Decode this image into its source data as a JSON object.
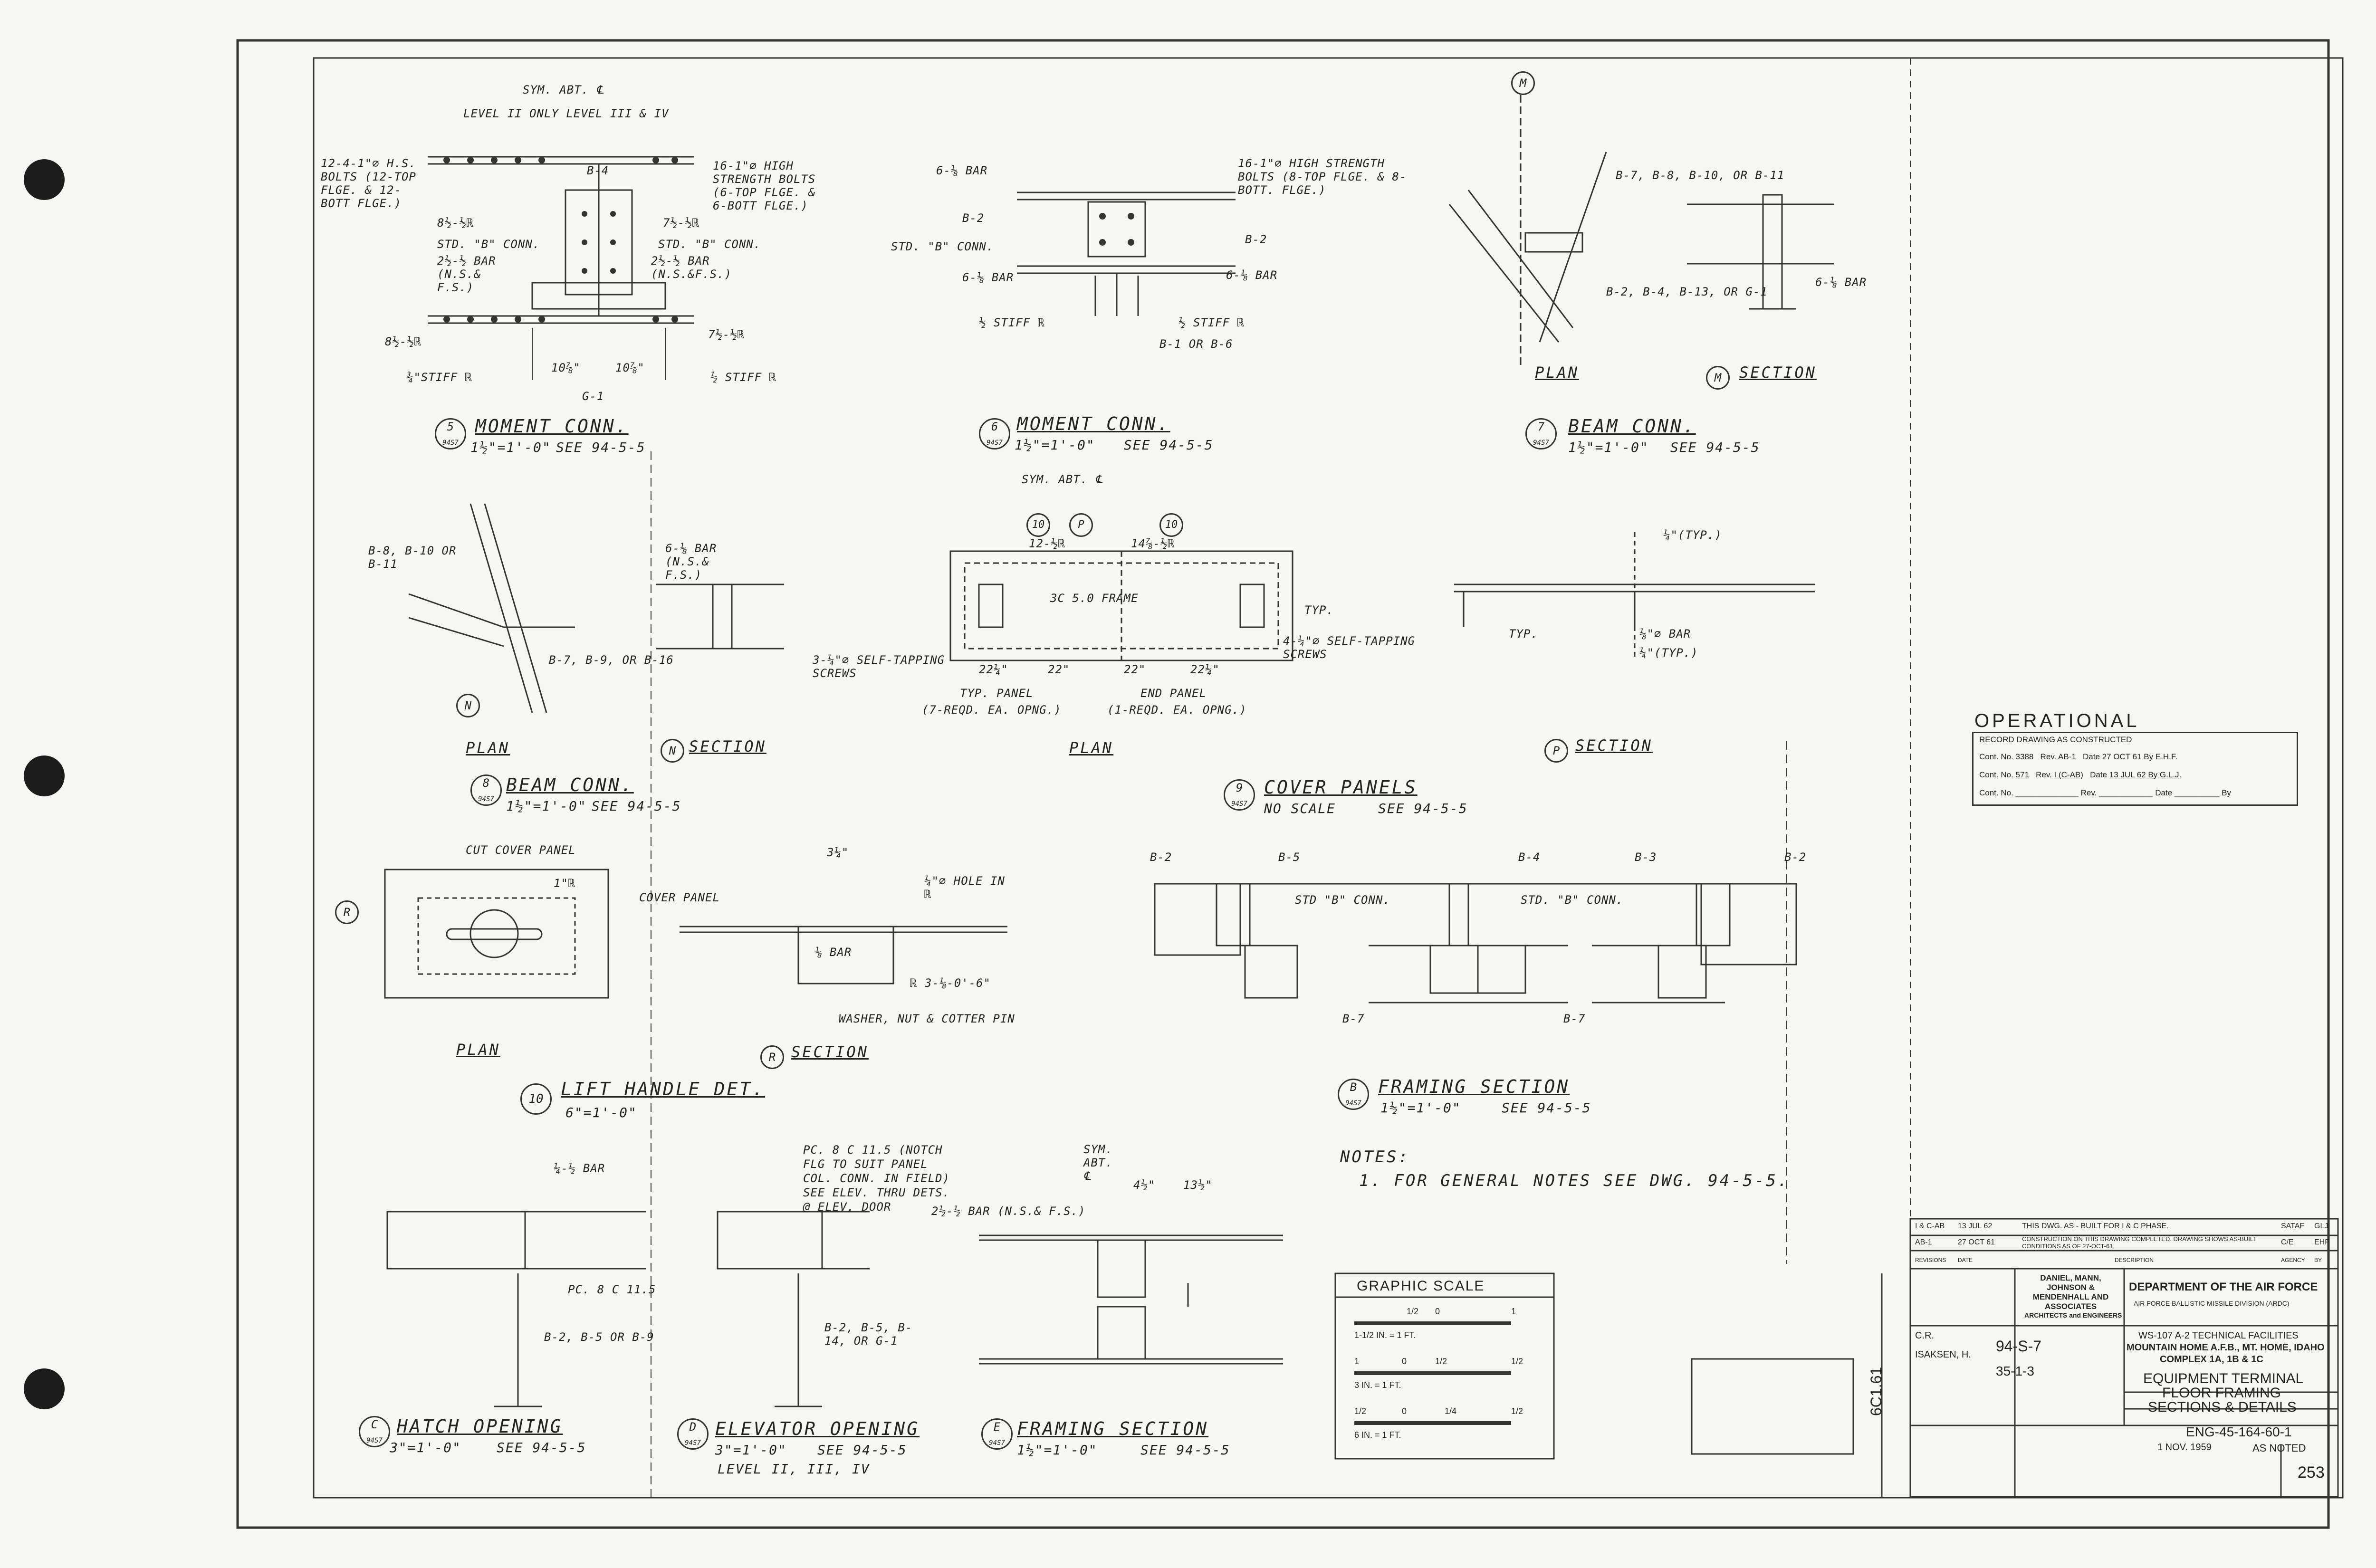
{
  "details": {
    "d5": {
      "num": "5",
      "ref": "94S7",
      "title": "MOMENT CONN.",
      "scale": "1½\"=1'-0\"",
      "see": "SEE 94-5-5",
      "labels": [
        "SYM. ABT. ℄",
        "LEVEL II ONLY LEVEL III & IV",
        "12-4-1\"⌀ H.S. BOLTS (12-TOP FLGE. & 12-BOTT FLGE.)",
        "16-1\"⌀ HIGH STRENGTH BOLTS (6-TOP FLGE. & 6-BOTT FLGE.)",
        "B-4",
        "8½-½ℝ",
        "STD. \"B\" CONN.",
        "2½-½ BAR (N.S.& F.S.)",
        "7½-½ℝ",
        "STD. \"B\" CONN.",
        "2½-½ BAR (N.S.&F.S.)",
        "8½-½ℝ",
        "7½-½ℝ",
        "¾\"STIFF ℝ",
        "10⅞\"",
        "10⅞\"",
        "½ STIFF ℝ",
        "G-1"
      ]
    },
    "d6": {
      "num": "6",
      "ref": "94S7",
      "title": "MOMENT CONN.",
      "scale": "1½\"=1'-0\"",
      "see": "SEE 94-5-5",
      "labels": [
        "6-⅛ BAR",
        "16-1\"⌀ HIGH STRENGTH BOLTS (8-TOP FLGE. & 8-BOTT. FLGE.)",
        "B-2",
        "STD. \"B\" CONN.",
        "B-2",
        "6-⅛ BAR",
        "6-⅛ BAR",
        "½ STIFF ℝ",
        "½ STIFF ℝ",
        "B-1 OR B-6"
      ]
    },
    "d7": {
      "num": "7",
      "ref": "94S7",
      "title": "BEAM CONN.",
      "scale": "1½\"=1'-0\"",
      "see": "SEE 94-5-5",
      "labels": [
        "M",
        "B-7, B-8, B-10, OR B-11",
        "B-2, B-4, B-13, OR G-1",
        "6-⅛ BAR",
        "PLAN",
        "SECTION",
        "M"
      ]
    },
    "d8": {
      "num": "8",
      "ref": "94S7",
      "title": "BEAM CONN.",
      "scale": "1½\"=1'-0\"",
      "see": "SEE 94-5-5",
      "labels": [
        "B-8, B-10 OR B-11",
        "6-⅛ BAR (N.S.& F.S.)",
        "B-7, B-9, OR B-16",
        "PLAN",
        "SECTION",
        "N"
      ]
    },
    "d9": {
      "num": "9",
      "ref": "94S7",
      "title": "COVER PANELS",
      "scale": "NO SCALE",
      "see": "SEE 94-5-5",
      "labels": [
        "SYM. ABT. ℄",
        "10",
        "P",
        "12-½ℝ",
        "14⅞-½ℝ",
        "10",
        "3C 5.0 FRAME",
        "TYP.",
        "4-¼\"⌀ SELF-TAPPING SCREWS",
        "3-¼\"⌀ SELF-TAPPING SCREWS",
        "22¼\"",
        "22\"",
        "22\"",
        "22¼\"",
        "TYP. PANEL",
        "END PANEL",
        "(7-REQD. EA. OPNG.)",
        "(1-REQD. EA. OPNG.)",
        "PLAN",
        "SECTION",
        "P",
        "¼\"(TYP.)",
        "TYP.",
        "⅛\"⌀ BAR",
        "¼\"(TYP.)"
      ]
    },
    "d10": {
      "num": "10",
      "title": "LIFT HANDLE DET.",
      "scale": "6\"=1'-0\"",
      "labels": [
        "CUT COVER PANEL",
        "1\"ℝ",
        "R",
        "3¼\"",
        "¼\"⌀ HOLE IN ℝ",
        "COVER PANEL",
        "⅛ BAR",
        "ℝ 3-⅛-0'-6\"",
        "WASHER, NUT & COTTER PIN",
        "PLAN",
        "SECTION",
        "R"
      ]
    },
    "dB": {
      "num": "B",
      "ref": "94S7",
      "title": "FRAMING SECTION",
      "scale": "1½\"=1'-0\"",
      "see": "SEE 94-5-5",
      "labels": [
        "B-2",
        "B-5",
        "STD \"B\" CONN.",
        "B-4",
        "STD. \"B\" CONN.",
        "B-3",
        "B-2",
        "B-7",
        "B-7"
      ]
    },
    "dC": {
      "num": "C",
      "ref": "94S7",
      "title": "HATCH OPENING",
      "scale": "3\"=1'-0\"",
      "see": "SEE 94-5-5",
      "labels": [
        "¼-½ BAR",
        "PC. 8 C 11.5",
        "B-2, B-5 OR B-9"
      ]
    },
    "dD": {
      "num": "D",
      "ref": "94S7",
      "title": "ELEVATOR OPENING",
      "scale": "3\"=1'-0\"",
      "see": "SEE 94-5-5",
      "extra": "LEVEL II, III, IV",
      "labels": [
        "PC. 8 C 11.5 (NOTCH FLG TO SUIT PANEL COL. CONN. IN FIELD) SEE ELEV. THRU DETS. @ ELEV. DOOR",
        "B-2, B-5, B-14, OR G-1"
      ]
    },
    "dE": {
      "num": "E",
      "ref": "94S7",
      "title": "FRAMING SECTION",
      "scale": "1½\"=1'-0\"",
      "see": "SEE 94-5-5",
      "labels": [
        "SYM. ABT. ℄",
        "4½\"",
        "13½\"",
        "2½-½ BAR (N.S.& F.S.)"
      ]
    }
  },
  "notes": {
    "heading": "NOTES:",
    "items": [
      "1. FOR GENERAL NOTES SEE DWG. 94-5-5."
    ]
  },
  "graphic_scale": {
    "title": "GRAPHIC SCALE",
    "rows": [
      "1-1/2 IN. = 1 FT.",
      "3 IN. = 1 FT.",
      "6 IN. = 1 FT."
    ],
    "ticks": [
      "1/2",
      "0",
      "1",
      "1",
      "1/2",
      "0",
      "1/2",
      "1/2",
      "0",
      "1/4",
      "1/2"
    ]
  },
  "stamp": {
    "heading": "OPERATIONAL",
    "sub": "RECORD DRAWING AS CONSTRUCTED",
    "rows": [
      [
        "Cont. No.",
        "3388",
        "Rev.",
        "AB-1",
        "Date",
        "27 OCT 61 By",
        "E.H.F."
      ],
      [
        "Cont. No.",
        "571",
        "Rev.",
        "I (C-AB)",
        "Date",
        "13 JUL 62 By",
        "G.L.J."
      ],
      [
        "Cont. No.",
        "",
        "Rev.",
        "",
        "Date",
        "",
        "By"
      ]
    ]
  },
  "revisions": {
    "rows": [
      [
        "I & C-AB",
        "13 JUL 62",
        "THIS DWG. AS - BUILT FOR I & C PHASE.",
        "SATAF",
        "GLJ"
      ],
      [
        "AB-1",
        "27 OCT 61",
        "CONSTRUCTION ON THIS DRAWING COMPLETED. DRAWING SHOWS AS-BUILT CONDITIONS AS OF 27-OCT-61",
        "C/E",
        "EHF"
      ]
    ],
    "headers": [
      "REVISIONS",
      "DATE",
      "DESCRIPTION",
      "AGENCY",
      "BY"
    ]
  },
  "title_block": {
    "firm": "DANIEL, MANN, JOHNSON & MENDENHALL AND ASSOCIATES",
    "firm2": "ARCHITECTS and ENGINEERS",
    "dept": "DEPARTMENT OF THE AIR FORCE",
    "dept2": "AIR FORCE BALLISTIC MISSILE DIVISION (ARDC)",
    "project": "WS-107 A-2 TECHNICAL FACILITIES",
    "site": "MOUNTAIN HOME A.F.B., MT. HOME, IDAHO",
    "complex": "COMPLEX 1A, 1B & 1C",
    "t1": "EQUIPMENT TERMINAL",
    "t2": "FLOOR FRAMING",
    "t3": "SECTIONS & DETAILS",
    "drawn": "C.R.",
    "checked": "ISAKSEN, H.",
    "sheet_no": "94-S-7",
    "file": "35-1-3",
    "side_no": "6C1.61",
    "spec": "ENG-45-164-60-1",
    "date": "1 NOV. 1959",
    "scale": "AS NOTED",
    "page": "253"
  }
}
